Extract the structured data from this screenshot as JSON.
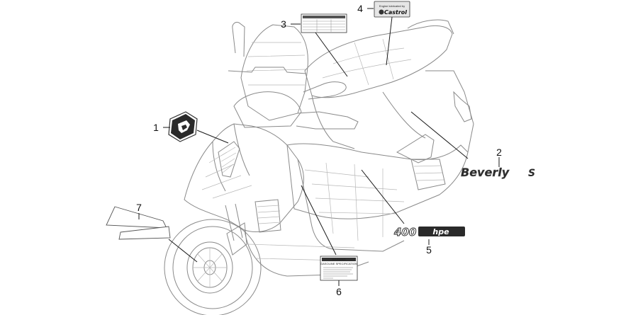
{
  "callouts": [
    {
      "id": "1",
      "label": "1"
    },
    {
      "id": "2",
      "label": "2"
    },
    {
      "id": "3",
      "label": "3"
    },
    {
      "id": "4",
      "label": "4"
    },
    {
      "id": "5",
      "label": "5"
    },
    {
      "id": "6",
      "label": "6"
    },
    {
      "id": "7",
      "label": "7"
    }
  ],
  "decals": {
    "castrol_line1": "Engine lubricated by",
    "castrol_brand": "Castrol",
    "model_name": "Beverly",
    "model_suffix": "S",
    "engine_badge": "400",
    "engine_badge_suffix": "hpe",
    "warning_header": "WARNING",
    "warning_title": "GASOLINE SPECIFICATION"
  },
  "colors": {
    "line": "#8a8a8a",
    "leader": "#1a1a1a",
    "decal_dark": "#222222"
  }
}
